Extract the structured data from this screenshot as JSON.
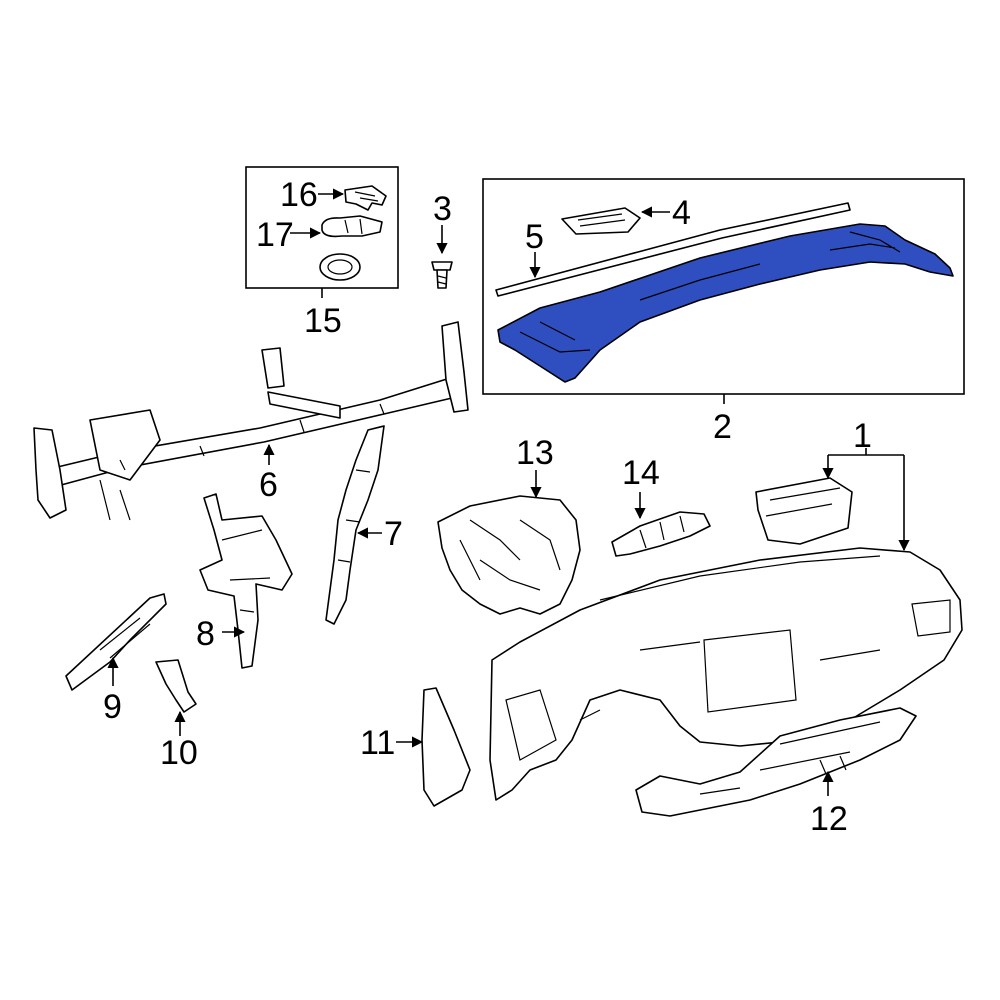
{
  "colors": {
    "highlight": "#2f4fc1",
    "line": "#000000",
    "background": "#ffffff"
  },
  "callouts": {
    "c1": "1",
    "c2": "2",
    "c3": "3",
    "c4": "4",
    "c5": "5",
    "c6": "6",
    "c7": "7",
    "c8": "8",
    "c9": "9",
    "c10": "10",
    "c11": "11",
    "c12": "12",
    "c13": "13",
    "c14": "14",
    "c15": "15",
    "c16": "16",
    "c17": "17"
  }
}
